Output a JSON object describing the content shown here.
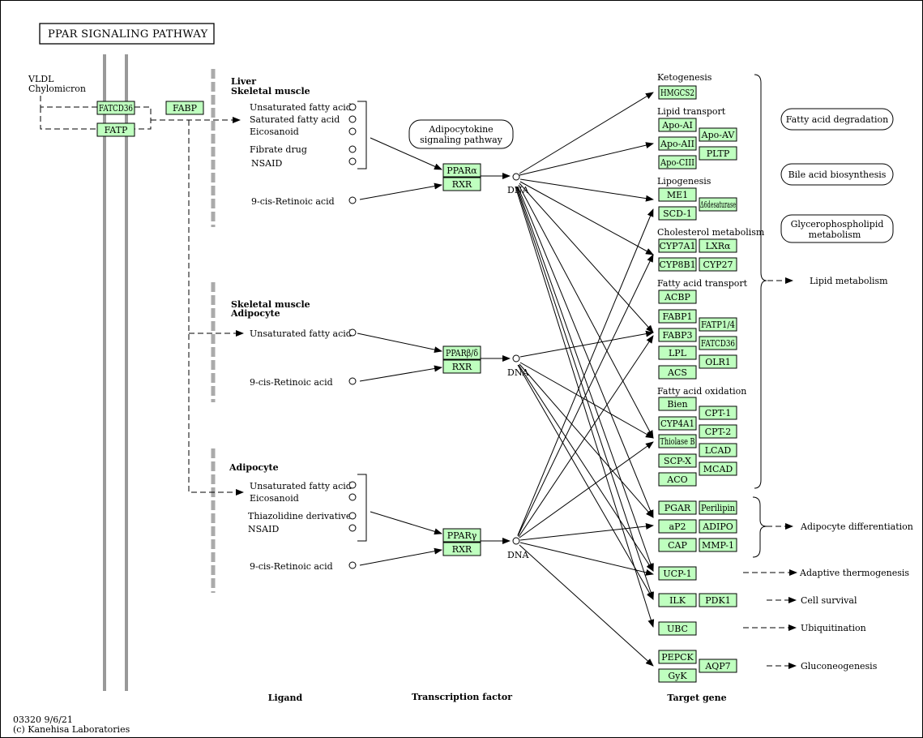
{
  "title": "PPAR SIGNALING PATHWAY",
  "footer": {
    "code": "03320 9/6/21",
    "copyright": "(c) Kanehisa Laboratories"
  },
  "columns": [
    "Ligand",
    "Transcription factor",
    "Target gene"
  ],
  "upstream": {
    "source_lines": [
      "VLDL",
      "Chylomicron"
    ],
    "transporters": [
      "FATCD36",
      "FATP",
      "FABP"
    ]
  },
  "ligand_groups": [
    {
      "heading": [
        "Liver",
        "Skeletal muscle"
      ],
      "ligands": [
        "Unsaturated fatty acid",
        "Saturated fatty acid",
        "Eicosanoid",
        "Fibrate drug",
        "NSAID"
      ],
      "retinoid": "9-cis-Retinoic acid",
      "receptor": "PPARα",
      "partner": "RXR",
      "dna": "DNA"
    },
    {
      "heading": [
        "Skeletal muscle",
        "Adipocyte"
      ],
      "ligands": [
        "Unsaturated fatty acid"
      ],
      "retinoid": "9-cis-Retinoic acid",
      "receptor": "PPARβ/δ",
      "partner": "RXR",
      "dna": "DNA"
    },
    {
      "heading": [
        "Adipocyte"
      ],
      "ligands": [
        "Unsaturated fatty acid",
        "Eicosanoid",
        "Thiazolidine derivative",
        "NSAID"
      ],
      "retinoid": "9-cis-Retinoic acid",
      "receptor": "PPARγ",
      "partner": "RXR",
      "dna": "DNA"
    }
  ],
  "adipocytokine": [
    "Adipocytokine",
    "signaling pathway"
  ],
  "target_categories": [
    {
      "name": "Ketogenesis",
      "genes": [
        "HMGCS2"
      ]
    },
    {
      "name": "Lipid transport",
      "genes": [
        "Apo-AI",
        "Apo-AV",
        "Apo-AII",
        "PLTP",
        "Apo-CIII"
      ]
    },
    {
      "name": "Lipogenesis",
      "genes": [
        "ME1",
        "Δ6desaturase",
        "SCD-1"
      ]
    },
    {
      "name": "Cholesterol metabolism",
      "genes": [
        "CYP7A1",
        "LXRα",
        "CYP8B1",
        "CYP27"
      ]
    },
    {
      "name": "Fatty acid transport",
      "genes": [
        "ACBP",
        "FABP1",
        "FATP1/4",
        "FABP3",
        "FATCD36",
        "LPL",
        "OLR1",
        "ACS"
      ]
    },
    {
      "name": "Fatty acid oxidation",
      "genes": [
        "Bien",
        "CPT-1",
        "CYP4A1",
        "CPT-2",
        "Thiolase B",
        "LCAD",
        "SCP-X",
        "MCAD",
        "ACO"
      ]
    }
  ],
  "other_genes": [
    "PGAR",
    "Perilipin",
    "aP2",
    "ADIPO",
    "CAP",
    "MMP-1",
    "UCP-1",
    "ILK",
    "PDK1",
    "UBC",
    "PEPCK",
    "AQP7",
    "GyK"
  ],
  "lipid_pathways": [
    "Fatty acid degradation",
    "Bile acid biosynthesis",
    [
      "Glycerophospholipid",
      "metabolism"
    ]
  ],
  "outcomes": {
    "lipid": "Lipid metabolism",
    "adipocyte": "Adipocyte differentiation",
    "thermo": "Adaptive thermogenesis",
    "survival": "Cell survival",
    "ubiq": "Ubiquitination",
    "gluco": "Gluconeogenesis"
  },
  "colors": {
    "gene_fill": "#bfffbf",
    "membrane": "#999999",
    "line": "#000000"
  }
}
